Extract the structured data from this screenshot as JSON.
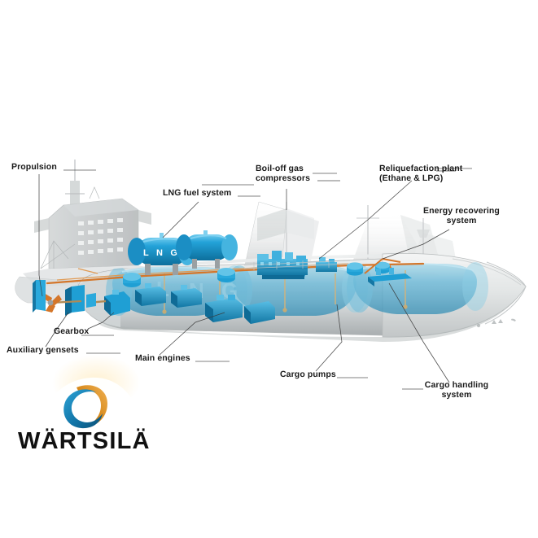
{
  "diagram": {
    "title": "LNG carrier vessel systems cutaway",
    "background_color": "#ffffff",
    "label_color": "#1b1b1b",
    "leader_line_color": "#3a3a3a"
  },
  "brand": {
    "name": "WÄRTSILÄ",
    "mark_blue": "#1175a8",
    "mark_orange": "#d88a1c"
  },
  "vessel": {
    "hull_color": "#dadddd",
    "hull_shadow": "#b9bdbe",
    "cargo_tank_color": "#4ea9cc",
    "lng_tank_color": "#1f9fd4",
    "machinery_color": "#1f9fd4",
    "piping_color": "#d4762a",
    "ghost_structure_color": "#c9cccd",
    "tank_marking": "L N G"
  },
  "callouts": [
    {
      "id": "propulsion",
      "text": "Propulsion"
    },
    {
      "id": "lng-fuel-system",
      "text": "LNG fuel system"
    },
    {
      "id": "boil-off-gas",
      "text": "Boil-off gas\ncompressors"
    },
    {
      "id": "reliquefaction-plant",
      "text": "Reliquefaction plant\n(Ethane & LPG)"
    },
    {
      "id": "energy-recovering",
      "text": "Energy recovering\nsystem"
    },
    {
      "id": "gearbox",
      "text": "Gearbox"
    },
    {
      "id": "auxiliary-gensets",
      "text": "Auxiliary gensets"
    },
    {
      "id": "main-engines",
      "text": "Main engines"
    },
    {
      "id": "cargo-pumps",
      "text": "Cargo pumps"
    },
    {
      "id": "cargo-handling",
      "text": "Cargo handling\nsystem"
    }
  ]
}
